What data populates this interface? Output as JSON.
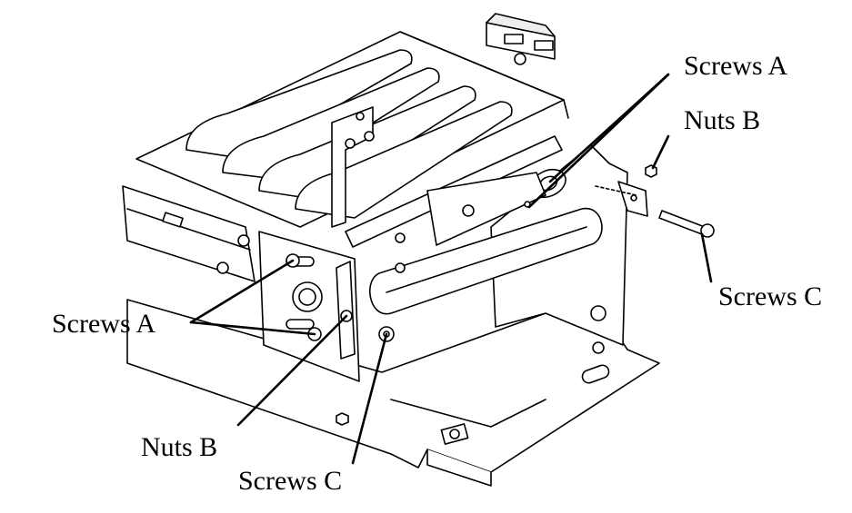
{
  "callouts": {
    "screws_a_right": "Screws A",
    "nuts_b_right": "Nuts B",
    "screws_c_right": "Screws C",
    "screws_a_left": "Screws A",
    "nuts_b_left": "Nuts B",
    "screws_c_left": "Screws C"
  },
  "colors": {
    "line": "#000000",
    "fill": "#ffffff",
    "shade": "#d9d9d9"
  }
}
